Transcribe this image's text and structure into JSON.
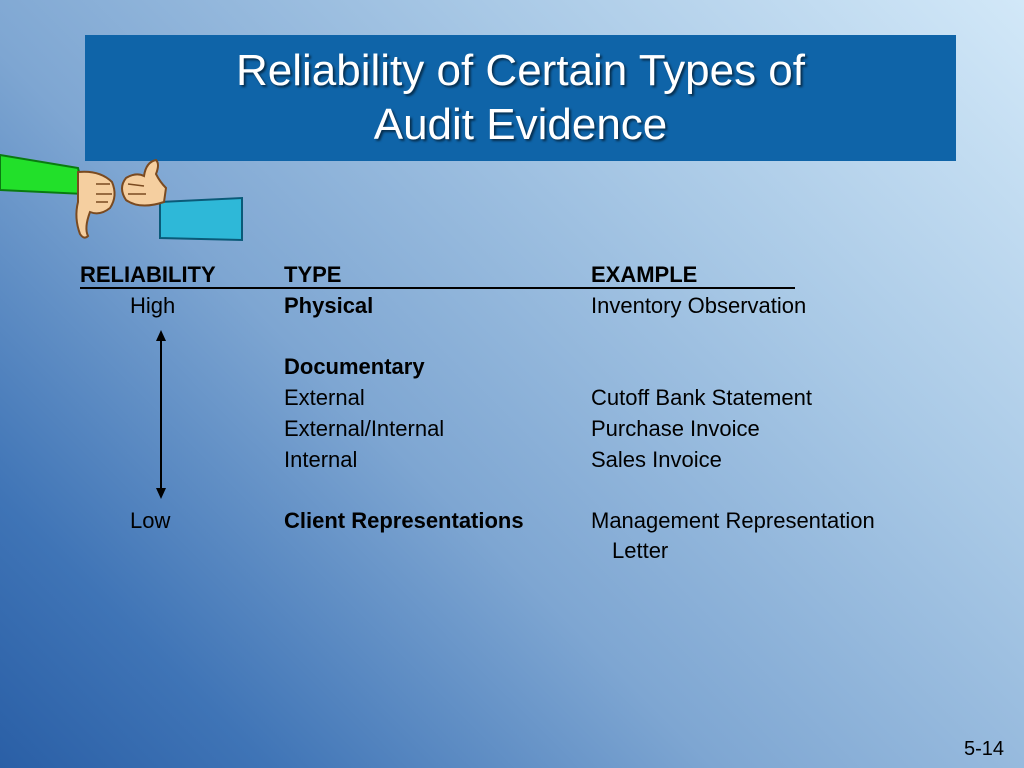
{
  "slide": {
    "title_line1": "Reliability of Certain Types of",
    "title_line2": "Audit Evidence",
    "page_number": "5-14"
  },
  "table": {
    "headers": {
      "reliability": "RELIABILITY",
      "type": "TYPE",
      "example": "EXAMPLE"
    },
    "reliability_labels": {
      "high": "High",
      "low": "Low"
    },
    "rows": [
      {
        "type": "Physical",
        "example": "Inventory Observation"
      },
      {
        "type": "Documentary",
        "example": ""
      },
      {
        "type": "External",
        "example": "Cutoff Bank Statement"
      },
      {
        "type": "External/Internal",
        "example": "Purchase Invoice"
      },
      {
        "type": "Internal",
        "example": "Sales Invoice"
      },
      {
        "type": "Client Representations",
        "example_line1": "Management Representation",
        "example_line2": "Letter"
      }
    ]
  },
  "colors": {
    "title_bg": "#0f64a8",
    "left_sleeve": "#22e02a",
    "right_sleeve": "#2eb8d8",
    "skin": "#f5cfa0"
  },
  "icons": [
    "thumbs-down-hand-icon",
    "thumbs-up-hand-icon",
    "double-arrow-icon"
  ]
}
